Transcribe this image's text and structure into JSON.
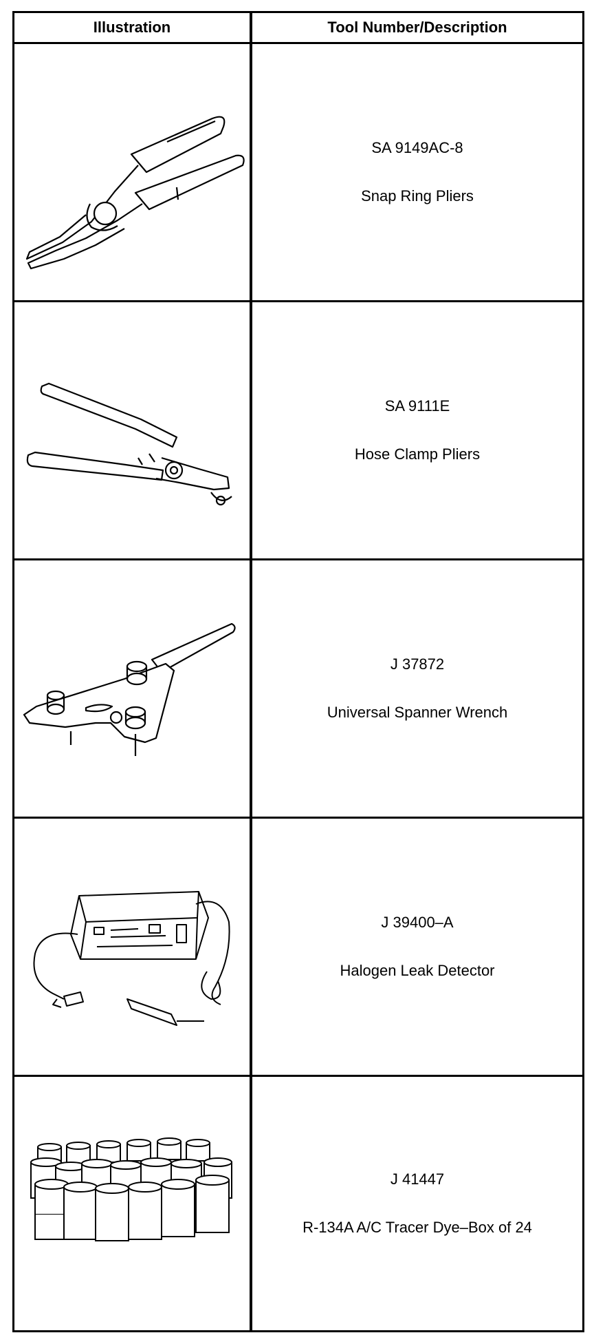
{
  "table": {
    "header": {
      "illustration": "Illustration",
      "tool": "Tool Number/Description"
    },
    "rows": [
      {
        "number": "SA 9149AC-8",
        "description": "Snap Ring Pliers",
        "icon": "snap-ring-pliers-icon"
      },
      {
        "number": "SA 9111E",
        "description": "Hose Clamp Pliers",
        "icon": "hose-clamp-pliers-icon"
      },
      {
        "number": "J 37872",
        "description": "Universal Spanner Wrench",
        "icon": "spanner-wrench-icon"
      },
      {
        "number": "J 39400–A",
        "description": "Halogen Leak Detector",
        "icon": "leak-detector-icon"
      },
      {
        "number": "J 41447",
        "description": "R-134A A/C Tracer Dye–Box of 24",
        "icon": "dye-bottles-icon"
      }
    ]
  }
}
